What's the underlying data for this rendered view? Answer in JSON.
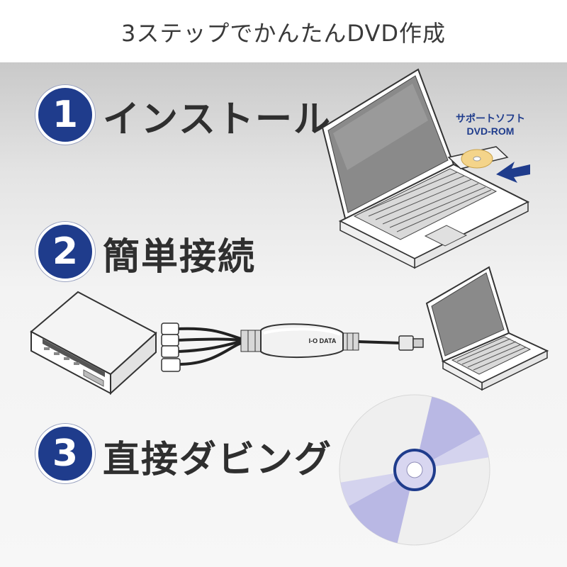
{
  "header": {
    "title": "3ステップでかんたんDVD作成"
  },
  "steps": [
    {
      "number": "1",
      "label": "インストール"
    },
    {
      "number": "2",
      "label": "簡単接続"
    },
    {
      "number": "3",
      "label": "直接ダビング"
    }
  ],
  "callout": {
    "line1": "サポートソフト",
    "line2": "DVD-ROM"
  },
  "device": {
    "brand": "I-O DATA"
  },
  "colors": {
    "accent": "#1f3c8c",
    "disc_band": "#b9b8e4",
    "background_top": "#c9c9c9",
    "background_bottom": "#f7f7f7"
  }
}
